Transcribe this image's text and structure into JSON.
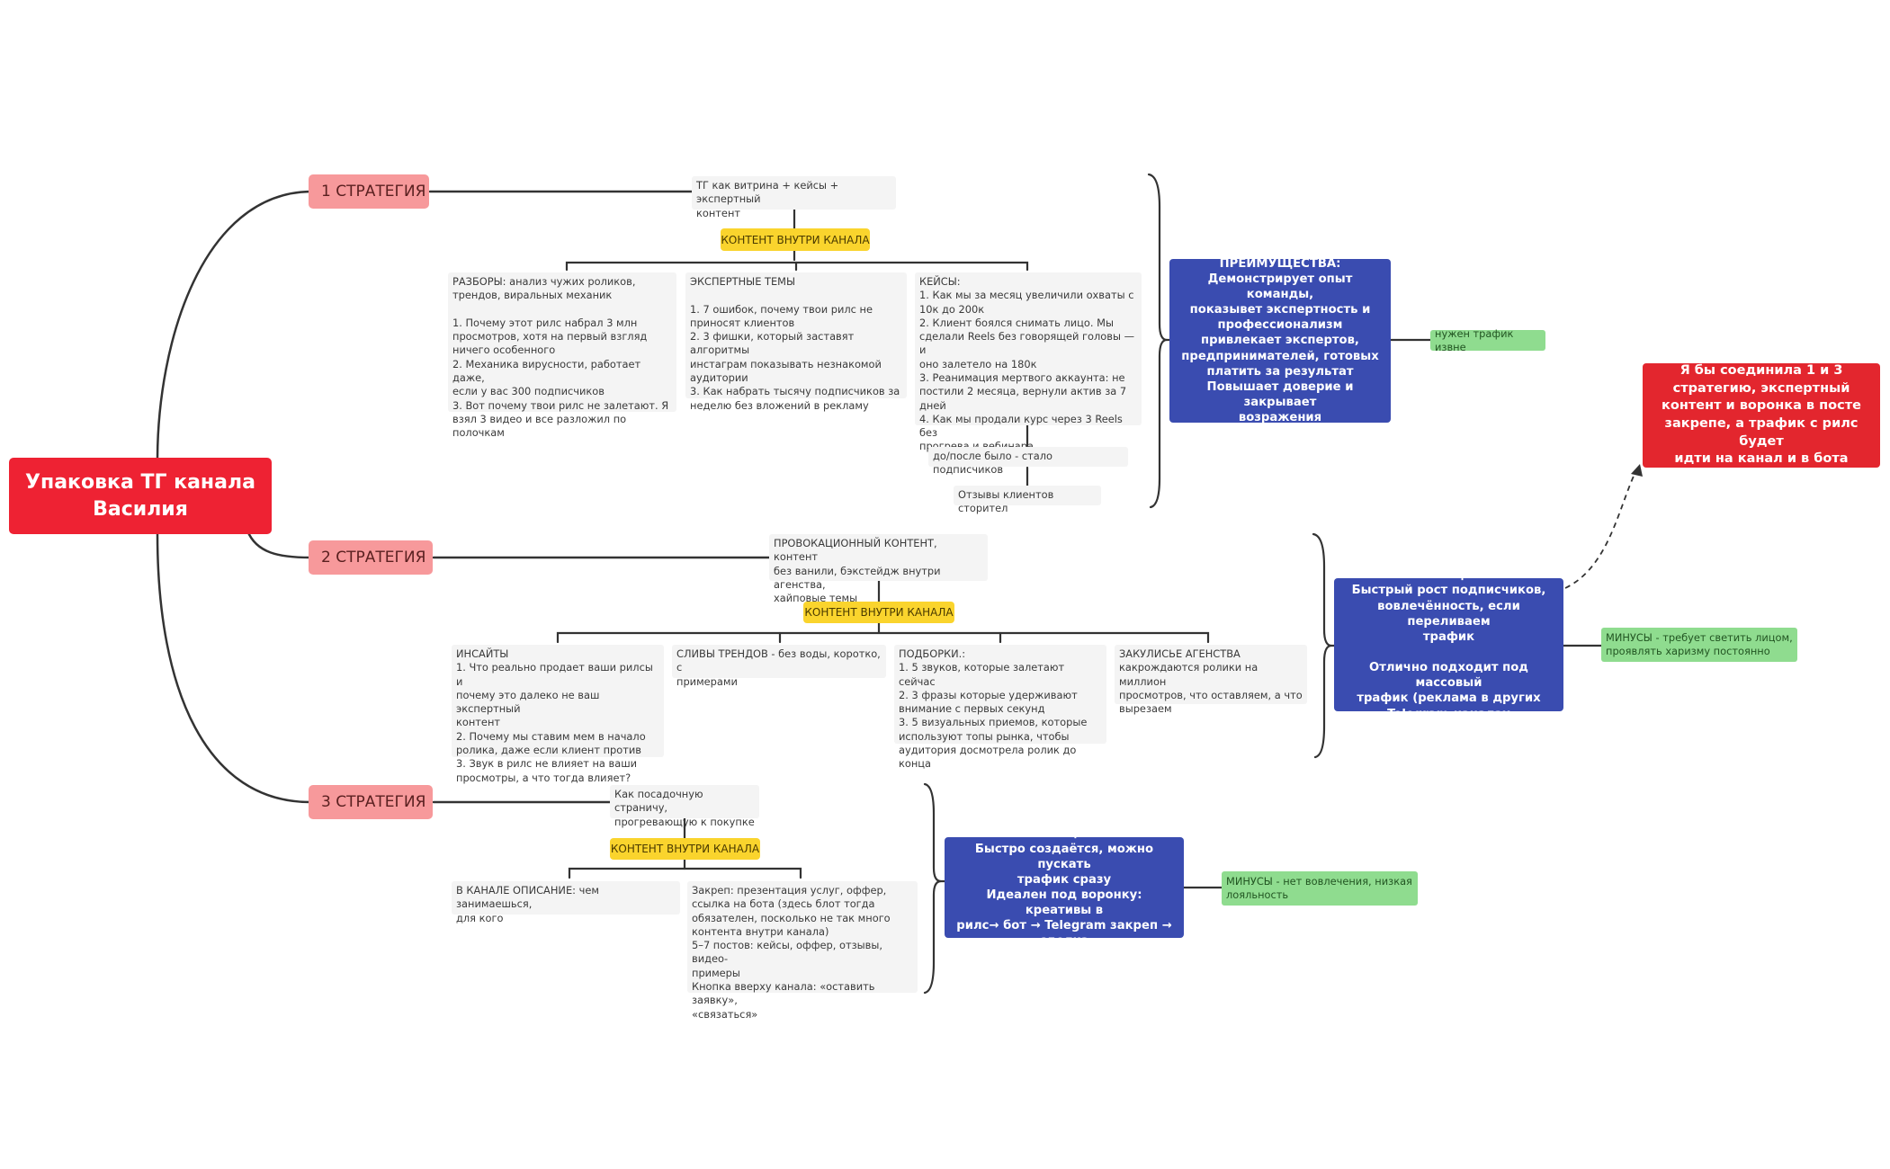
{
  "root": {
    "label": "Упаковка ТГ канала\nВасилия"
  },
  "strategies": [
    {
      "label": "1 СТРАТЕГИЯ",
      "description": "ТГ как витрина + кейсы + экспертный\nконтент",
      "content_label": "КОНТЕНТ ВНУТРИ КАНАЛА",
      "items": [
        "РАЗБОРЫ: анализ чужих роликов,\nтрендов, виральных механик\n\n1. Почему этот рилс набрал 3 млн\nпросмотров, хотя на первый взгляд\nничего особенного\n2. Механика вирусности, работает даже,\nесли у вас 300 подписчиков\n3. Вот почему твои рилс не залетают. Я\nвзял 3 видео и все разложил по полочкам",
        "ЭКСПЕРТНЫЕ ТЕМЫ\n\n1. 7 ошибок, почему твои рилс не\nприносят клиентов\n2. 3 фишки, который заставят алгоритмы\nинстаграм показывать незнакомой\nаудитории\n3. Как набрать тысячу подписчиков за\nнеделю без вложений в рекламу",
        "КЕЙСЫ:\n1. Как мы за месяц увеличили охваты с\n10к до 200к\n2. Клиент боялся снимать лицо. Мы\nсделали Reels без говорящей головы — и\nоно залетело на 180к\n3.  Реанимация мертвого аккаунта: не\nпостили 2 месяца, вернули актив за 7\nдней\n4. Как мы продали курс через 3 Reels без\nпрогрева и вебинара"
      ],
      "sub_items": [
        "до/после было - стало подписчиков",
        "Отзывы клиентов сторител"
      ],
      "advantages": "ПРЕИМУЩЕСТВА:\nДемонстрирует опыт команды,\nпоказывет экспертность  и\nпрофессионализм\nпривлекает  экспертов,\nпредпринимателей, готовых\nплатить за результат\nПовышает доверие и закрывает\nвозражения",
      "note": "нужен трафик извне"
    },
    {
      "label": "2 СТРАТЕГИЯ",
      "description": "ПРОВОКАЦИОННЫЙ КОНТЕНТ, контент\nбез ванили, бэкстейдж внутри агенства,\nхайповые темы",
      "content_label": "КОНТЕНТ ВНУТРИ КАНАЛА",
      "items": [
        "ИНСАЙТЫ\n1. Что реально продает ваши рилсы и\nпочему это далеко не ваш экспертный\nконтент\n2. Почему мы ставим мем в начало\nролика, даже если клиент против\n3. Звук в рилс не влияет на ваши\nпросмотры, а что тогда влияет?",
        "СЛИВЫ ТРЕНДОВ - без воды, коротко, с\nпримерами",
        "ПОДБОРКИ.:\n1. 5 звуков, которые залетают сейчас\n2. 3 фразы которые удерживают\nвнимание с первых секунд\n3. 5 визуальных приемов, которые\nиспользуют топы рынка, чтобы\nаудитория досмотрела ролик до конца",
        "ЗАКУЛИСЬЕ АГЕНСТВА\nкакрождаются ролики на миллион\nпросмотров, что оставляем, а что\nвырезаем"
      ],
      "advantages": "ПРЕИМУЩЕСТВА\nБыстрый рост подписчиков,\nвовлечённость, если переливаем\nтрафик\n\nОтлично подходит под массовый\nтрафик (реклама в других\nTelegram-каналах",
      "note": "МИНУСЫ - требует светить лицом,\nпроявлять харизму постоянно"
    },
    {
      "label": "3 СТРАТЕГИЯ",
      "description": "Как посадочную страничу,\nпрогревающую к покупке",
      "content_label": "КОНТЕНТ ВНУТРИ КАНАЛА",
      "items": [
        "В КАНАЛЕ ОПИСАНИЕ: чем занимаешься,\nдля кого",
        "Закреп: презентация услуг, оффер,\nссылка на бота (здесь блот тогда\nобязателен, посколько не так много\nконтента внутри канала)\n5–7 постов: кейсы, оффер, отзывы, видео-\nпримеры\nКнопка вверху канала: «оставить заявку»,\n«связаться»"
      ],
      "advantages": "ПРЕИМУЩЕСТВА:\nБыстро создаётся, можно пускать\nтрафик сразу\nИдеален под воронку: креативы  в\nрилс→ бот → Telegram закреп →\nсделка",
      "note": "МИНУСЫ - нет вовлечения, низкая\nлояльность"
    }
  ],
  "conclusion": "Я бы соединила 1 и 3\nстратегию, экспертный\nконтент и воронка в посте\nзакрепе, а трафик с рилс будет\nидти на канал и в бота",
  "colors": {
    "root": "#ee2233",
    "strategy": "#f7999b",
    "content_label": "#fad42d",
    "advantages": "#3a4cb0",
    "note": "#8fdc8f",
    "conclusion": "#e3262e",
    "line": "#333333"
  }
}
